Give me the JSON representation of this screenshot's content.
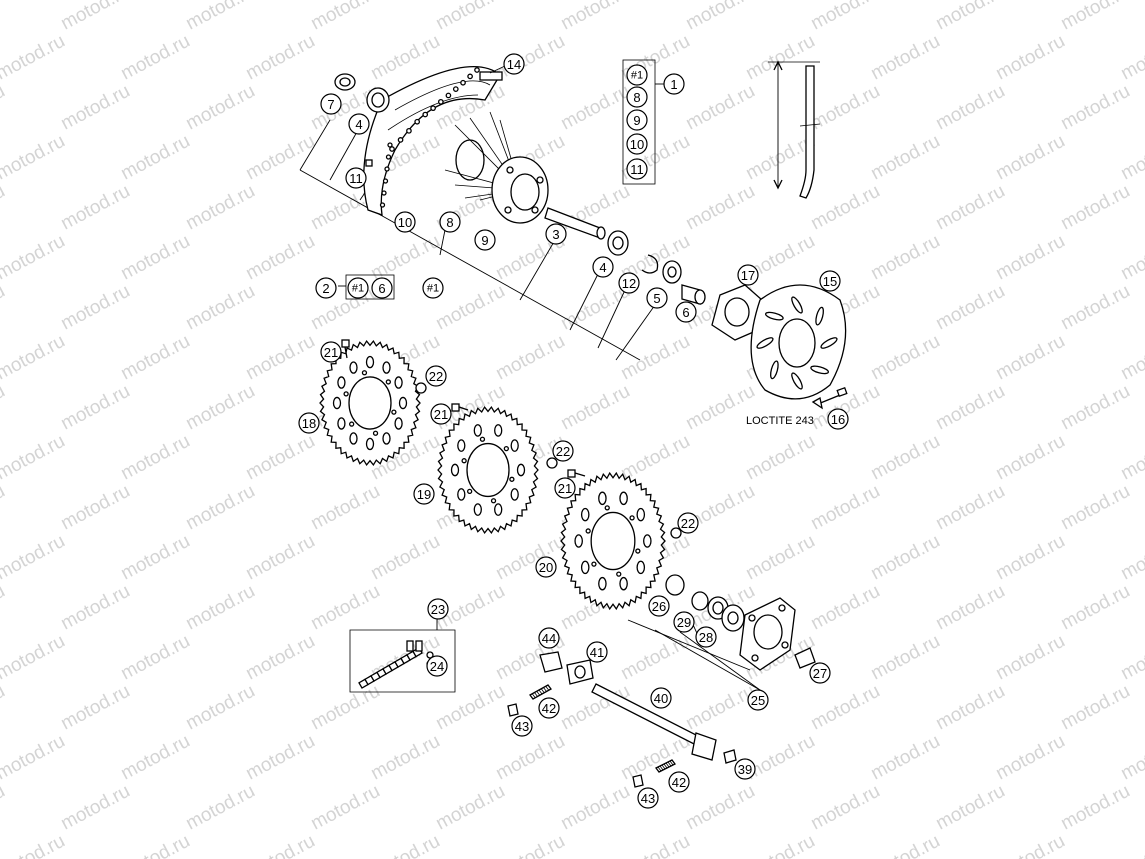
{
  "watermark": "motod.ru",
  "note": "LOCTITE 243",
  "callouts": {
    "c1": "1",
    "c2": "2",
    "c3": "3",
    "c4a": "4",
    "c4b": "4",
    "c5": "5",
    "c6a": "6",
    "c6b": "6",
    "c7": "7",
    "c8a": "8",
    "c8b": "8",
    "c9a": "9",
    "c9b": "9",
    "c10a": "10",
    "c10b": "10",
    "c11a": "11",
    "c11b": "11",
    "c12": "12",
    "c14": "14",
    "c15": "15",
    "c16": "16",
    "c17": "17",
    "c18": "18",
    "c19": "19",
    "c20": "20",
    "c21a": "21",
    "c21b": "21",
    "c21c": "21",
    "c22a": "22",
    "c22b": "22",
    "c22c": "22",
    "c23": "23",
    "c24": "24",
    "c25": "25",
    "c26": "26",
    "c27": "27",
    "c28": "28",
    "c29": "29",
    "c39": "39",
    "c40": "40",
    "c41": "41",
    "c42a": "42",
    "c42b": "42",
    "c43a": "43",
    "c43b": "43",
    "c44": "44",
    "h1a": "#1",
    "h1b": "#1",
    "h1c": "#1"
  }
}
